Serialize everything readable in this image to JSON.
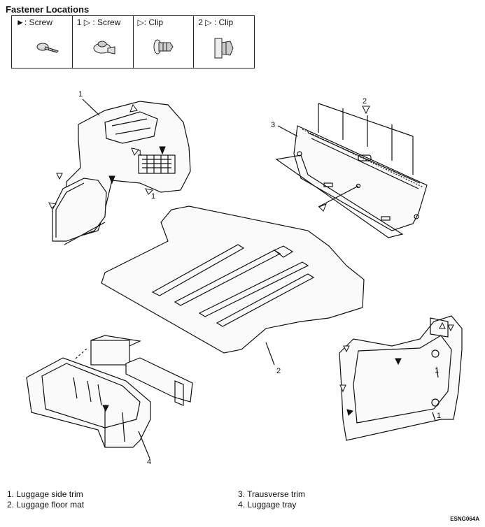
{
  "title": "Fastener Locations",
  "legend": [
    {
      "symbol": "►",
      "label": ": Screw"
    },
    {
      "symbol": "1 ▷",
      "label": ": Screw"
    },
    {
      "symbol": "▷",
      "label": ": Clip"
    },
    {
      "symbol": "2 ▷",
      "label": ": Clip"
    }
  ],
  "callouts": {
    "n1": "1",
    "n2": "2",
    "n3": "3",
    "n4": "4"
  },
  "keys": [
    "1. Luggage side trim",
    "2. Luggage floor mat",
    "3. Trausverse trim",
    "4. Luggage  tray"
  ],
  "drawing_code": "ESNG064A"
}
